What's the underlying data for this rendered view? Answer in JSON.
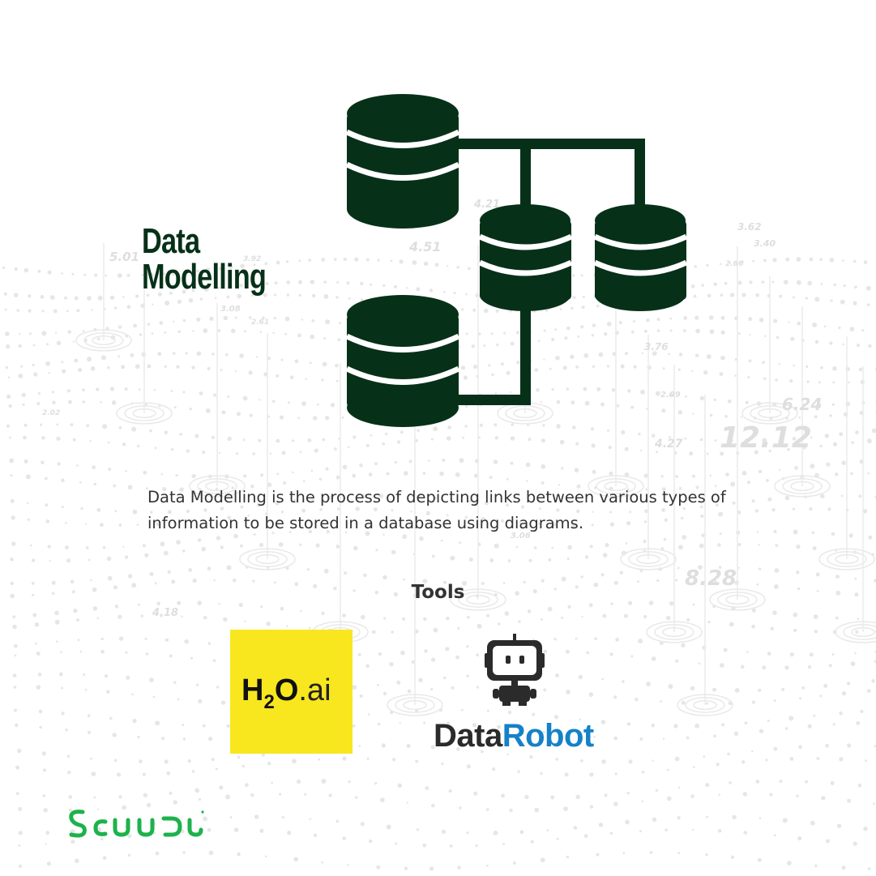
{
  "colors": {
    "primary_dark_green": "#063118",
    "text_gray": "#333333",
    "h2o_yellow": "#f8e71e",
    "datarobot_blue": "#1581c8",
    "brand_green": "#1db24b"
  },
  "title": {
    "line1": "Data",
    "line2": "Modelling"
  },
  "description": "Data Modelling is the process of depicting links between various types of information to be stored in a database using diagrams.",
  "tools_heading": "Tools",
  "tools": [
    {
      "name": "H2O.ai",
      "logo": {
        "h": "H",
        "sub": "2",
        "o": "O",
        "suffix": ".ai"
      }
    },
    {
      "name": "DataRobot",
      "logo": {
        "part1": "Data",
        "part2": "Robot"
      }
    }
  ],
  "background_numbers": [
    "5.01",
    "4.51",
    "4.21",
    "3.62",
    "3.40",
    "3.92",
    "3.08",
    "2.61",
    "3.76",
    "2.09",
    "4.27",
    "6.24",
    "12.12",
    "8.28",
    "4.18",
    "3.06",
    "2.02",
    "2.66"
  ],
  "icons": {
    "database_diagram": "database-network-icon",
    "robot": "robot-icon",
    "brand": "scuudu-logo"
  },
  "brand_logo": "Scuudu"
}
